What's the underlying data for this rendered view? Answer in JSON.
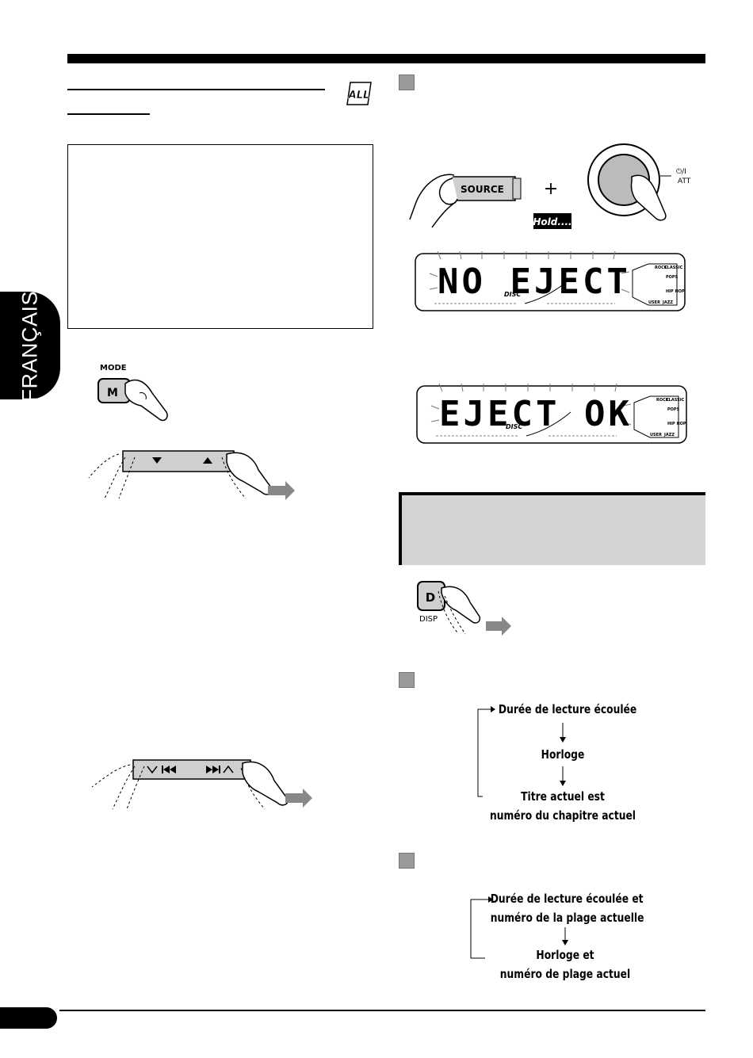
{
  "sidebar": {
    "language_tab": "FRANÇAIS"
  },
  "icons": {
    "all_badge": "ALL"
  },
  "buttons": {
    "mode_label": "MODE",
    "mode_key": "M",
    "source_label": "SOURCE",
    "hold_label": "Hold....",
    "plus": "+",
    "power_att_label_1": "⏻/I",
    "power_att_label_2": "ATT",
    "disp_key": "D",
    "disp_label": "DISP"
  },
  "displays": {
    "first": {
      "text": "NO EJECT",
      "disc": "DISC"
    },
    "second": {
      "text": "EJECT OK",
      "disc": "DISC"
    },
    "eq_labels": [
      "ROCK",
      "CLASSIC",
      "POPS",
      "HIP HOP",
      "USER",
      "JAZZ"
    ]
  },
  "flow1": {
    "items": [
      "Durée de lecture écoulée",
      "Horloge",
      "Titre actuel est",
      "numéro du chapitre actuel"
    ]
  },
  "flow2": {
    "items": [
      "Durée de lecture écoulée et",
      "numéro de la plage actuelle",
      "Horloge et",
      "numéro de plage actuel"
    ]
  }
}
